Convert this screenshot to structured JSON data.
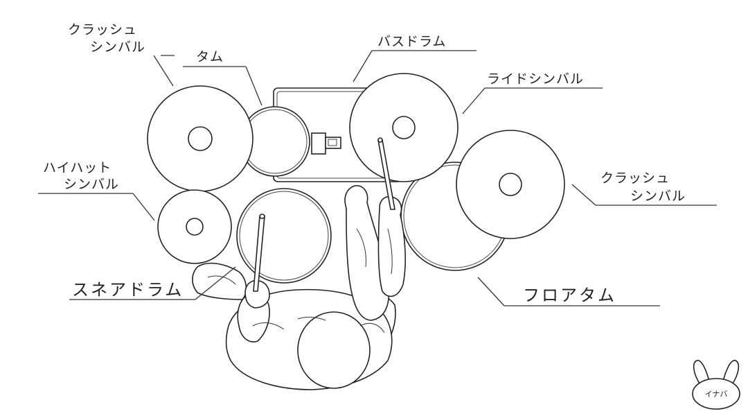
{
  "labels": {
    "crash_left_line1": "クラッシュ",
    "crash_left_line2": "シンバル",
    "tom": "タム",
    "bass_drum": "バスドラム",
    "ride": "ライドシンバル",
    "hihat_line1": "ハイハット",
    "hihat_line2": "シンバル",
    "crash_right_line1": "クラッシュ",
    "crash_right_line2": "シンバル",
    "snare": "スネアドラム",
    "floor_tom": "フロアタム"
  },
  "logo": {
    "text": "イナバ",
    "icon": "rabbit-face-icon"
  }
}
